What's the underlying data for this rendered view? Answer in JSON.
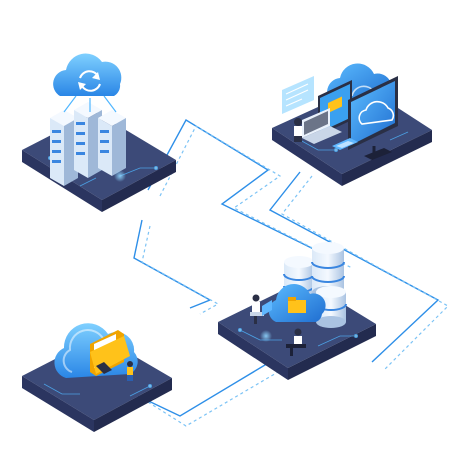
{
  "colors": {
    "background": "#ffffff",
    "platform_top": "#3c4a78",
    "platform_left": "#2b3560",
    "platform_right": "#232b4f",
    "circuit_glow": "#4fb6ff",
    "connector_solid": "#2e8fe8",
    "connector_dashed": "#7cc3f5",
    "cloud_light": "#66c4ff",
    "cloud_mid": "#2f95ee",
    "cloud_dark": "#1e6fd1",
    "server_face": "#e9f1fb",
    "server_side": "#b7c9e0",
    "server_dark": "#8ea7c6",
    "monitor_frame": "#2a2f45",
    "monitor_screen": "#3aa0f0",
    "folder_yellow": "#ffc21a",
    "folder_orange": "#f0a400"
  },
  "icons": {
    "sync_cloud": "cloud-sync-icon",
    "upload_cloud": "cloud-upload-icon",
    "folder": "folder-icon",
    "database": "database-stack-icon",
    "server": "server-rack-icon",
    "monitor": "monitor-icon",
    "laptop": "laptop-icon",
    "phone": "phone-icon",
    "person": "person-icon"
  },
  "scenes": [
    {
      "name": "cloud-server-rack-platform",
      "icon": "cloud-sync-icon"
    },
    {
      "name": "workstation-monitors-platform",
      "icon": "cloud-upload-icon"
    },
    {
      "name": "cloud-folder-platform",
      "icon": "folder-icon"
    },
    {
      "name": "database-cloud-platform",
      "icon": "database-stack-icon"
    }
  ]
}
